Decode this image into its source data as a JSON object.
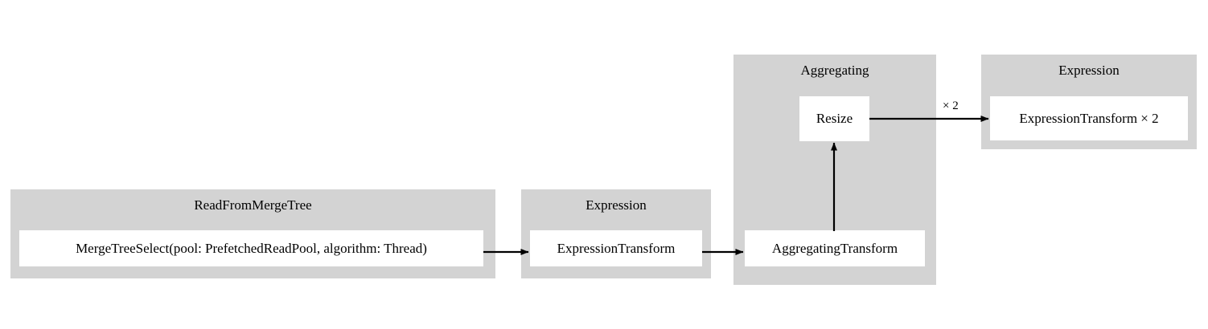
{
  "diagram": {
    "type": "pipeline-graph",
    "background_color": "#ffffff",
    "cluster_fill": "#d3d3d3",
    "node_fill": "#ffffff",
    "edge_color": "#000000",
    "clusters": [
      {
        "id": "read-from-merge-tree",
        "title": "ReadFromMergeTree",
        "nodes": [
          {
            "id": "merge-tree-select",
            "label": "MergeTreeSelect(pool: PrefetchedReadPool, algorithm: Thread)"
          }
        ]
      },
      {
        "id": "expression-1",
        "title": "Expression",
        "nodes": [
          {
            "id": "expression-transform",
            "label": "ExpressionTransform"
          }
        ]
      },
      {
        "id": "aggregating",
        "title": "Aggregating",
        "nodes": [
          {
            "id": "aggregating-transform",
            "label": "AggregatingTransform"
          },
          {
            "id": "resize",
            "label": "Resize"
          }
        ]
      },
      {
        "id": "expression-2",
        "title": "Expression",
        "nodes": [
          {
            "id": "expression-transform-x2",
            "label": "ExpressionTransform × 2"
          }
        ]
      }
    ],
    "edges": [
      {
        "id": "edge-select-to-expression",
        "from": "merge-tree-select",
        "to": "expression-transform",
        "label": ""
      },
      {
        "id": "edge-expression-to-aggregating",
        "from": "expression-transform",
        "to": "aggregating-transform",
        "label": ""
      },
      {
        "id": "edge-aggregating-to-resize",
        "from": "aggregating-transform",
        "to": "resize",
        "label": ""
      },
      {
        "id": "edge-resize-to-expression2",
        "from": "resize",
        "to": "expression-transform-x2",
        "label": "× 2"
      }
    ]
  }
}
